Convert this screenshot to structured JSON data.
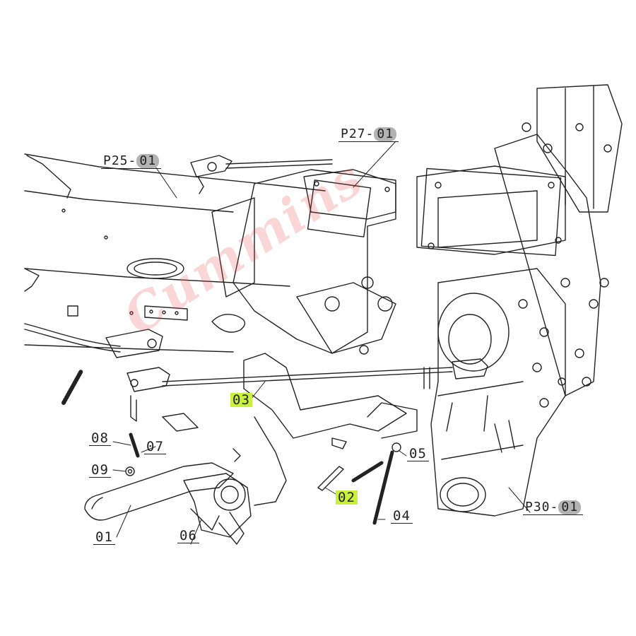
{
  "parts": [
    {
      "id": "ref-p25",
      "pre": "P25-",
      "hl": "01"
    },
    {
      "id": "ref-p27",
      "pre": "P27-",
      "hl": "01"
    },
    {
      "id": "ref-p30",
      "pre": "P30-",
      "hl": "01"
    }
  ],
  "callouts": {
    "c01": "01",
    "c02": "02",
    "c03": "03",
    "c04": "04",
    "c05": "05",
    "c06": "06",
    "c07": "07",
    "c08": "08",
    "c09": "09"
  },
  "watermark": "Cummins"
}
